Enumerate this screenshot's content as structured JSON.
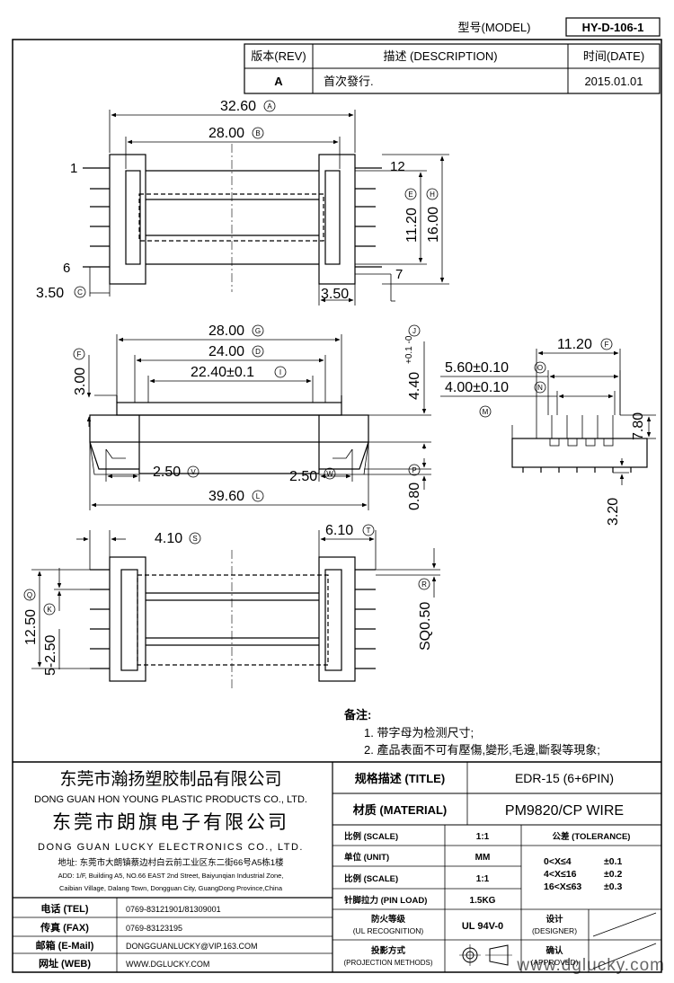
{
  "header": {
    "model_label": "型号(MODEL)",
    "model_value": "HY-D-106-1",
    "rev_label": "版本(REV)",
    "desc_label": "描述 (DESCRIPTION)",
    "date_label": "时间(DATE)",
    "rev_value": "A",
    "desc_value": "首次發行.",
    "date_value": "2015.01.01"
  },
  "top_view": {
    "dim_a": "32.60",
    "dim_b": "28.00",
    "dim_e": "11.20",
    "dim_h": "16.00",
    "dim_c": "3.50",
    "dim_c2": "3.50",
    "pin_1": "1",
    "pin_6": "6",
    "pin_12": "12",
    "pin_7": "7",
    "tag_a": "A",
    "tag_b": "B",
    "tag_c": "C",
    "tag_e": "E",
    "tag_h": "H"
  },
  "front_view": {
    "dim_g": "28.00",
    "dim_d": "24.00",
    "dim_i": "22.40±0.1",
    "dim_f": "3.00",
    "dim_j": "4.40",
    "dim_j_tol": "+0.1 -0",
    "dim_v": "2.50",
    "dim_w": "2.50",
    "dim_l": "39.60",
    "dim_p": "0.80",
    "tag_g": "G",
    "tag_d": "D",
    "tag_i": "I",
    "tag_f": "F",
    "tag_j": "J",
    "tag_v": "V",
    "tag_w": "W",
    "tag_l": "L",
    "tag_p": "P"
  },
  "side_view": {
    "dim_f": "11.20",
    "dim_o": "5.60±0.10",
    "dim_n": "4.00±0.10",
    "dim_m": "7.80",
    "dim_pin": "3.20",
    "tag_f": "F",
    "tag_o": "O",
    "tag_n": "N",
    "tag_m": "M"
  },
  "bottom_view": {
    "dim_s": "4.10",
    "dim_t": "6.10",
    "dim_q": "12.50",
    "dim_k": "5-2.50",
    "dim_r": "SQ0.50",
    "tag_s": "S",
    "tag_t": "T",
    "tag_q": "Q",
    "tag_k": "K",
    "tag_r": "R"
  },
  "notes": {
    "title": "备注:",
    "note_1": "1. 带字母为检测尺寸;",
    "note_2": "2. 產品表面不可有壓傷,變形,毛邊,斷裂等現象;"
  },
  "company": {
    "name_cn_1": "东莞市瀚扬塑胶制品有限公司",
    "name_en_1": "DONG GUAN HON YOUNG PLASTIC PRODUCTS CO., LTD.",
    "name_cn_2": "东莞市朗旗电子有限公司",
    "name_en_2": "DONG GUAN LUCKY ELECTRONICS CO., LTD.",
    "address_cn": "地址: 东莞市大朗镇蔡边村白云前工业区东二街66号A5栋1楼",
    "address_en_1": "ADD: 1/F, Building A5, NO.66 EAST 2nd Street, Baiyunqian Industrial Zone,",
    "address_en_2": "Caibian Village, Dalang Town, Dongguan City, GuangDong Province,China"
  },
  "contacts": [
    {
      "label": "电话 (TEL)",
      "value": "0769-83121901/81309001"
    },
    {
      "label": "传真 (FAX)",
      "value": "0769-83123195"
    },
    {
      "label": "邮箱 (E-Mail)",
      "value": "DONGGUANLUCKY@VIP.163.COM"
    },
    {
      "label": "网址 (WEB)",
      "value": "WWW.DGLUCKY.COM"
    }
  ],
  "title_block": {
    "title_label": "规格描述 (TITLE)",
    "title_value": "EDR-15 (6+6PIN)",
    "material_label": "材质 (MATERIAL)",
    "material_value": "PM9820/CP WIRE",
    "scale_label_1": "比例 (SCALE)",
    "scale_value_1": "1:1",
    "unit_label": "单位 (UNIT)",
    "unit_value": "MM",
    "scale_label_2": "比例 (SCALE)",
    "scale_value_2": "1:1",
    "pin_load_label": "针脚拉力 (PIN LOAD)",
    "pin_load_value": "1.5KG",
    "ul_label_1": "防火等级",
    "ul_label_2": "(UL RECOGNITION)",
    "ul_value": "UL 94V-0",
    "proj_label_1": "投影方式",
    "proj_label_2": "(PROJECTION METHODS)",
    "tolerance_label": "公差 (TOLERANCE)",
    "tol_1_range": "0<X≤4",
    "tol_1_value": "±0.1",
    "tol_2_range": "4<X≤16",
    "tol_2_value": "±0.2",
    "tol_3_range": "16<X≤63",
    "tol_3_value": "±0.3",
    "designer_label_1": "设计",
    "designer_label_2": "(DESIGNER)",
    "approved_label_1": "确认",
    "approved_label_2": "(APPROVED)"
  },
  "watermark": "www.dglucky.com"
}
